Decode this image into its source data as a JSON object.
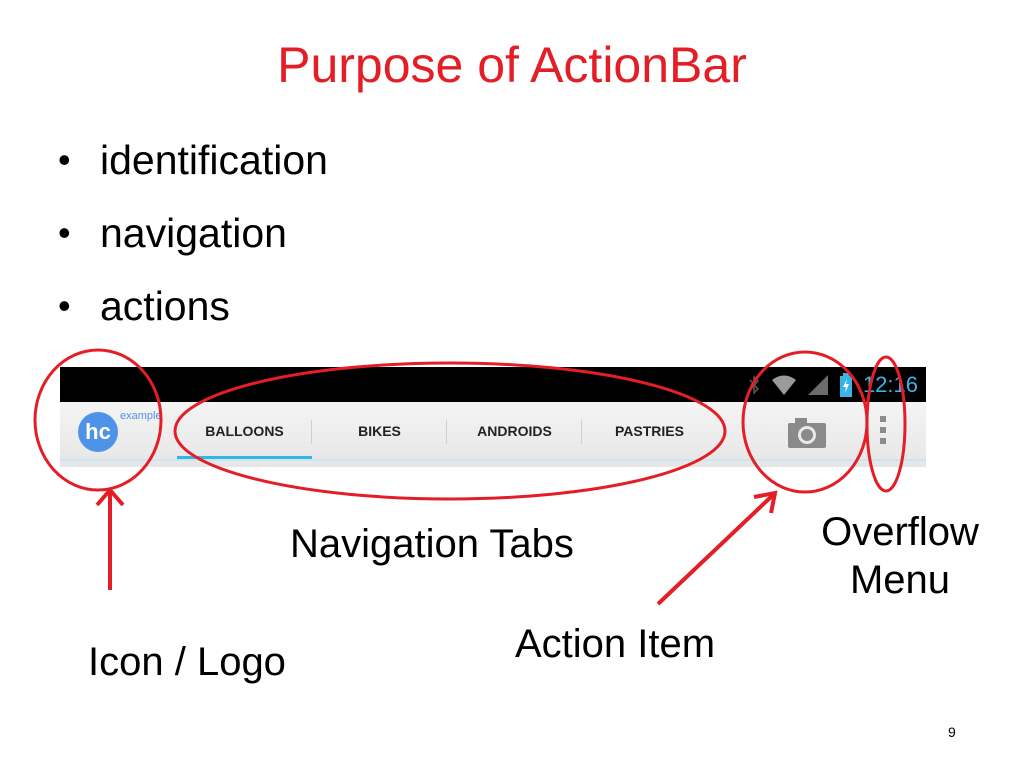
{
  "slide": {
    "title": "Purpose of ActionBar",
    "bullets": [
      "identification",
      "navigation",
      "actions"
    ],
    "page_number": "9"
  },
  "status_bar": {
    "time": "12:16"
  },
  "action_bar": {
    "logo_text": "hc",
    "logo_subtext": "example",
    "tabs": [
      {
        "label": "BALLOONS",
        "selected": true
      },
      {
        "label": "BIKES",
        "selected": false
      },
      {
        "label": "ANDROIDS",
        "selected": false
      },
      {
        "label": "PASTRIES",
        "selected": false
      }
    ],
    "action_item_icon": "camera-icon",
    "overflow_icon": "overflow-menu-icon"
  },
  "annotations": {
    "navigation_tabs": "Navigation Tabs",
    "overflow_menu_line1": "Overflow",
    "overflow_menu_line2": "Menu",
    "action_item": "Action Item",
    "icon_logo": "Icon / Logo"
  },
  "colors": {
    "title": "#e41e26",
    "annotation": "#e41e26",
    "tab_indicator": "#33b5e5",
    "logo": "#4f93e8"
  }
}
